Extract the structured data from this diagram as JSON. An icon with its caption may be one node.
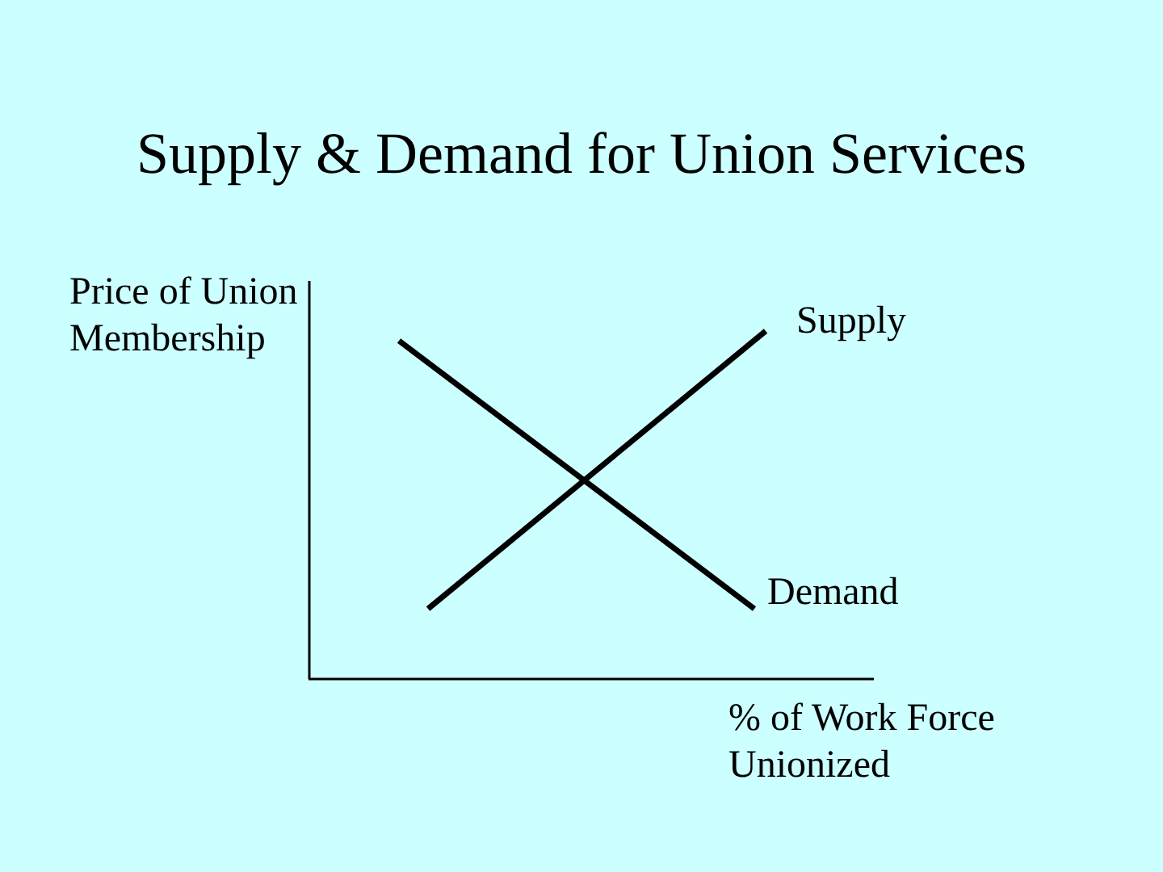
{
  "diagram": {
    "title": "Supply & Demand for Union Services",
    "labels": [
      "Price of Union Membership",
      "Supply",
      "Demand",
      "% of Work Force Unionized"
    ]
  }
}
